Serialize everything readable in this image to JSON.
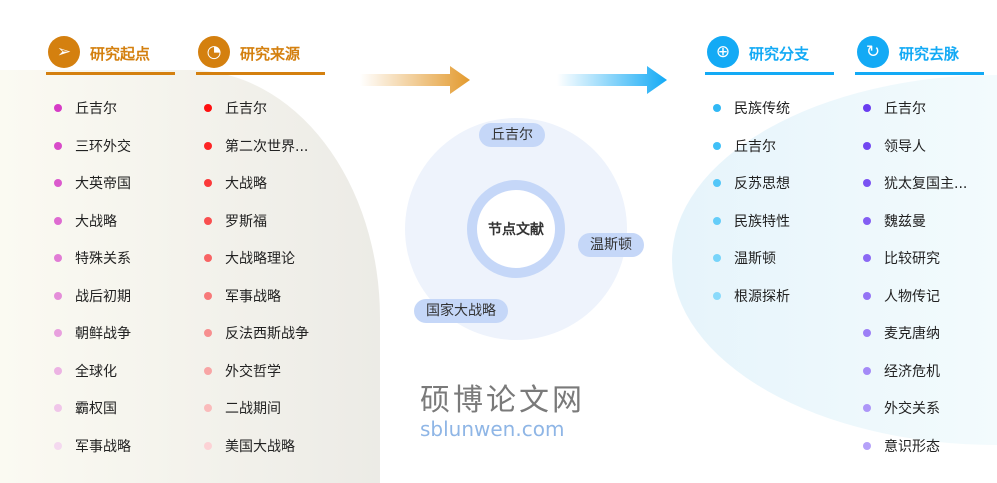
{
  "columns": [
    {
      "title": "研究起点",
      "icon": "send-icon",
      "color": "#d4800f",
      "items": [
        "丘吉尔",
        "三环外交",
        "大英帝国",
        "大战略",
        "特殊关系",
        "战后初期",
        "朝鲜战争",
        "全球化",
        "霸权国",
        "军事战略"
      ],
      "dots": [
        "#d63cc6",
        "#d84bc9",
        "#db5acd",
        "#de6bd1",
        "#e17cd5",
        "#e48ed9",
        "#e8a0de",
        "#ecb3e3",
        "#f0c6e9",
        "#f4d9ef"
      ]
    },
    {
      "title": "研究来源",
      "icon": "pie-chart-icon",
      "color": "#d4800f",
      "items": [
        "丘吉尔",
        "第二次世界...",
        "大战略",
        "罗斯福",
        "大战略理论",
        "军事战略",
        "反法西斯战争",
        "外交哲学",
        "二战期间",
        "美国大战略"
      ],
      "dots": [
        "#ff1010",
        "#fd2525",
        "#fb3a3a",
        "#f94f4f",
        "#f86464",
        "#f77979",
        "#f78f8f",
        "#f8a5a5",
        "#fabbbb",
        "#fcd2d5"
      ]
    },
    {
      "title": "研究分支",
      "icon": "plus-circle-icon",
      "color": "#13aaf5",
      "items": [
        "民族传统",
        "丘吉尔",
        "反苏思想",
        "民族特性",
        "温斯顿",
        "根源探析"
      ],
      "dots": [
        "#30b8f5",
        "#40c0f7",
        "#52c6f8",
        "#64cdf9",
        "#77d4fa",
        "#8adafb"
      ]
    },
    {
      "title": "研究去脉",
      "icon": "refresh-icon",
      "color": "#13aaf5",
      "items": [
        "丘吉尔",
        "领导人",
        "犹太复国主...",
        "魏兹曼",
        "比较研究",
        "人物传记",
        "麦克唐纳",
        "经济危机",
        "外交关系",
        "意识形态"
      ],
      "dots": [
        "#6a3df0",
        "#7247f1",
        "#7a52f2",
        "#835ef3",
        "#8b69f4",
        "#9474f5",
        "#9c7ff6",
        "#a48af7",
        "#ad96f8",
        "#b5a1f9"
      ]
    }
  ],
  "center": {
    "label": "节点文献",
    "nodes": [
      "丘吉尔",
      "温斯顿",
      "国家大战略"
    ]
  },
  "watermark": {
    "cn": "硕博论文网",
    "url": "sblunwen.com"
  }
}
